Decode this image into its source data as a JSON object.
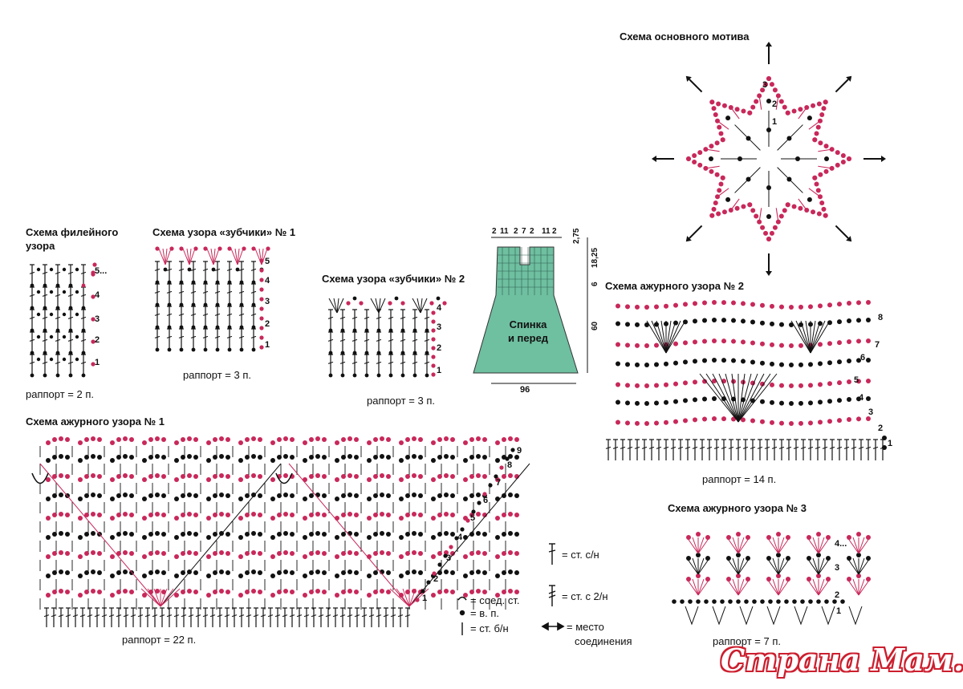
{
  "colors": {
    "pink": "#c8285a",
    "black": "#111111",
    "garment": "#6fbfa1",
    "logo": "#cc1f2e"
  },
  "titles": {
    "main_motif": "Схема основного мотива",
    "filet_line1": "Схема филейного",
    "filet_line2": "узора",
    "teeth1": "Схема узора «зубчики» № 1",
    "teeth2": "Схема узора «зубчики» № 2",
    "openwork1": "Схема ажурного узора № 1",
    "openwork2": "Схема ажурного узора № 2",
    "openwork3": "Схема ажурного узора № 3"
  },
  "repeats": {
    "filet": "раппорт = 2 п.",
    "teeth1": "раппорт = 3 п.",
    "teeth2": "раппорт = 3 п.",
    "openwork1": "раппорт = 22 п.",
    "openwork2": "раппорт = 14 п.",
    "openwork3": "раппорт = 7 п."
  },
  "row_numbers": {
    "filet": [
      "1",
      "2",
      "3",
      "4",
      "5..."
    ],
    "teeth1": [
      "1",
      "2",
      "3",
      "4",
      "5"
    ],
    "teeth2": [
      "1",
      "2",
      "3",
      "4"
    ],
    "openwork1": [
      "1",
      "2",
      "3",
      "4",
      "5",
      "6",
      "7",
      "8",
      "9"
    ],
    "openwork2": [
      "1",
      "2",
      "3",
      "4",
      "5",
      "6",
      "7",
      "8"
    ],
    "openwork3": [
      "1",
      "2",
      "3",
      "4..."
    ],
    "motif": [
      "1",
      "2",
      "3"
    ]
  },
  "garment": {
    "label_line1": "Спинка",
    "label_line2": "и перед",
    "top_dims": [
      "2",
      "11",
      "2",
      "7",
      "2",
      "11",
      "2"
    ],
    "right_dims": [
      "2,75",
      "18,25",
      "6",
      "60"
    ],
    "bottom_dim": "96"
  },
  "legend": [
    {
      "symbol": "dc-icon",
      "label": "= ст. с/н"
    },
    {
      "symbol": "tr-icon",
      "label": "= ст. с 2/н"
    },
    {
      "symbol": "slip-stitch-icon",
      "label": "= соед. ст."
    },
    {
      "symbol": "chain-icon",
      "label": "= в. п."
    },
    {
      "symbol": "sc-icon",
      "label": "= ст. б/н"
    },
    {
      "symbol": "join-arrow-icon",
      "label": "= место"
    },
    {
      "symbol": "",
      "label": "соединения"
    }
  ],
  "logo": {
    "text": "Страна Мам.ру"
  }
}
